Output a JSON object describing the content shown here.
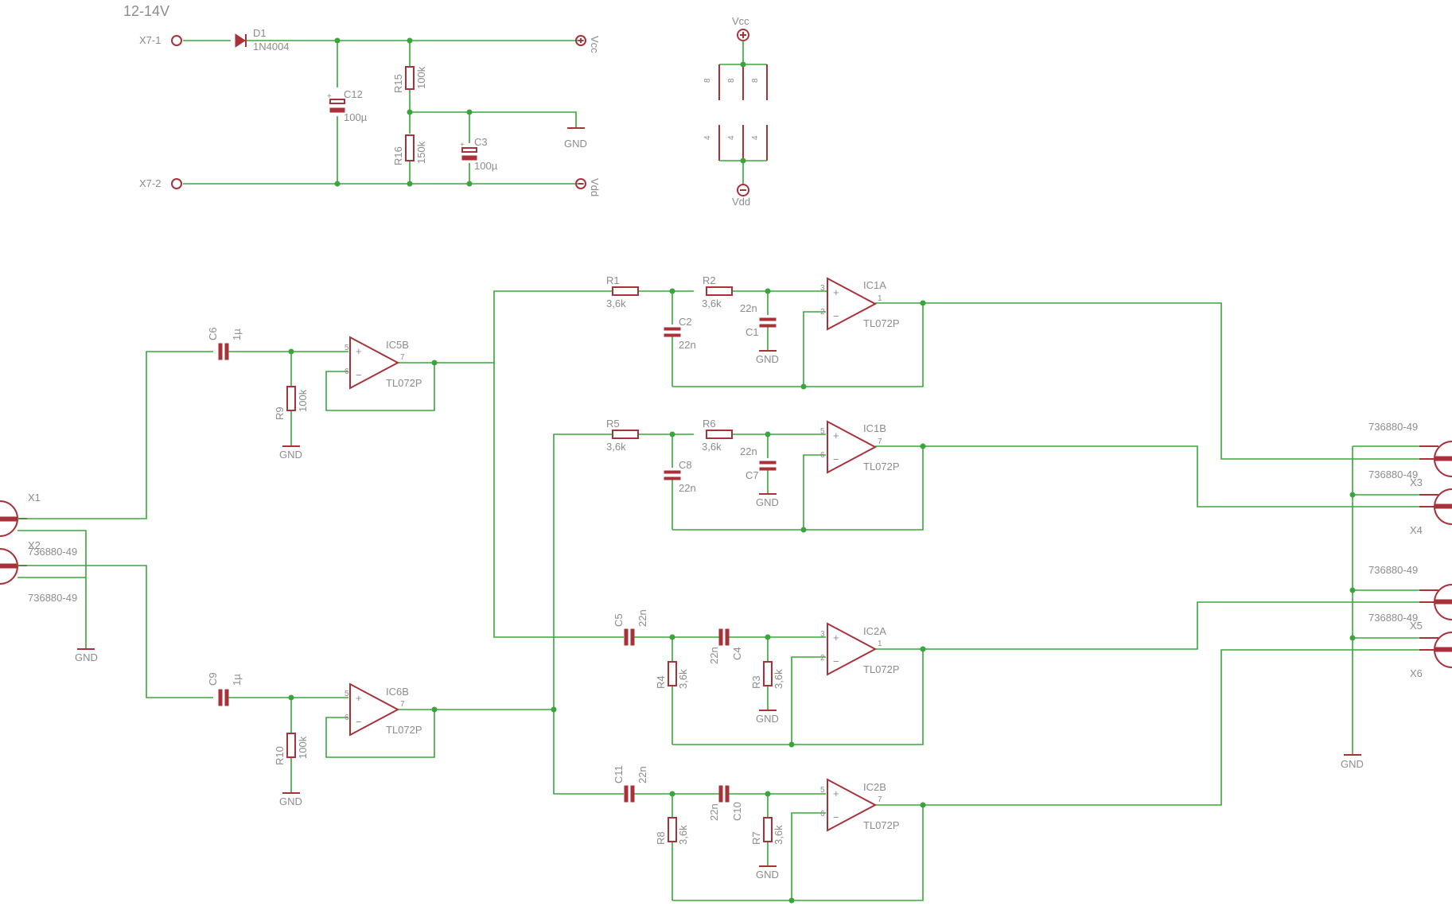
{
  "supply": {
    "voltage": "12-14V",
    "connectors": [
      "X7-1",
      "X7-2"
    ],
    "rails": [
      "Vcc",
      "Vdd"
    ],
    "gnd": "GND"
  },
  "components": {
    "D1": {
      "name": "D1",
      "value": "1N4004"
    },
    "C12": {
      "name": "C12",
      "value": "100µ"
    },
    "C3": {
      "name": "C3",
      "value": "100µ"
    },
    "R15": {
      "name": "R15",
      "value": "100k"
    },
    "R16": {
      "name": "R16",
      "value": "150k"
    },
    "C6": {
      "name": "C6",
      "value": "1µ"
    },
    "C9": {
      "name": "C9",
      "value": "1µ"
    },
    "R9": {
      "name": "R9",
      "value": "100k"
    },
    "R10": {
      "name": "R10",
      "value": "100k"
    },
    "R1": {
      "name": "R1",
      "value": "3,6k"
    },
    "R2": {
      "name": "R2",
      "value": "3,6k"
    },
    "R5": {
      "name": "R5",
      "value": "3,6k"
    },
    "R6": {
      "name": "R6",
      "value": "3,6k"
    },
    "R3": {
      "name": "R3",
      "value": "3,6k"
    },
    "R4": {
      "name": "R4",
      "value": "3,6k"
    },
    "R7": {
      "name": "R7",
      "value": "3,6k"
    },
    "R8": {
      "name": "R8",
      "value": "3,6k"
    },
    "C1": {
      "name": "C1",
      "value": "22n"
    },
    "C2": {
      "name": "C2",
      "value": "22n"
    },
    "C7": {
      "name": "C7",
      "value": "22n"
    },
    "C8": {
      "name": "C8",
      "value": "22n"
    },
    "C4": {
      "name": "C4",
      "value": "22n"
    },
    "C5": {
      "name": "C5",
      "value": "22n"
    },
    "C10": {
      "name": "C10",
      "value": "22n"
    },
    "C11": {
      "name": "C11",
      "value": "22n"
    }
  },
  "opamps": {
    "IC1A": {
      "name": "IC1A",
      "type": "TL072P",
      "pin_plus": "3",
      "pin_minus": "2",
      "pin_out": "1"
    },
    "IC1B": {
      "name": "IC1B",
      "type": "TL072P",
      "pin_plus": "5",
      "pin_minus": "6",
      "pin_out": "7"
    },
    "IC2A": {
      "name": "IC2A",
      "type": "TL072P",
      "pin_plus": "3",
      "pin_minus": "2",
      "pin_out": "1"
    },
    "IC2B": {
      "name": "IC2B",
      "type": "TL072P",
      "pin_plus": "5",
      "pin_minus": "6",
      "pin_out": "7"
    },
    "IC5B": {
      "name": "IC5B",
      "type": "TL072P",
      "pin_plus": "5",
      "pin_minus": "6",
      "pin_out": "7"
    },
    "IC6B": {
      "name": "IC6B",
      "type": "TL072P",
      "pin_plus": "5",
      "pin_minus": "6",
      "pin_out": "7"
    }
  },
  "power_pins": {
    "vcc_pin": "8",
    "vdd_pin": "4"
  },
  "jacks": {
    "part": "736880-49",
    "inputs": [
      "X1",
      "X2"
    ],
    "outputs": [
      "X3",
      "X4",
      "X5",
      "X6"
    ]
  },
  "gnd_label": "GND"
}
